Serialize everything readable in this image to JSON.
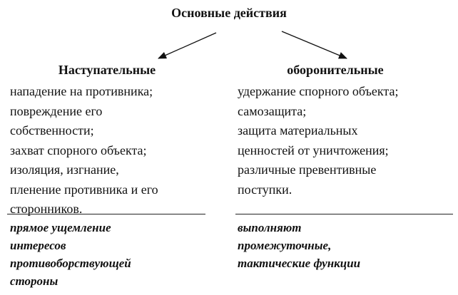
{
  "title": "Основные действия",
  "left": {
    "heading": "Наступательные",
    "items": [
      "нападение на противника;",
      "повреждение его",
      "собственности;",
      "захват спорного объекта;",
      "изоляция, изгнание,",
      "пленение противника и его",
      "сторонников."
    ],
    "summary": [
      "прямое ущемление",
      "интересов",
      "противоборствующей",
      "стороны"
    ]
  },
  "right": {
    "heading": "оборонительные",
    "items": [
      "удержание спорного объекта;",
      "самозащита;",
      "защита материальных",
      "ценностей от уничтожения;",
      "различные превентивные",
      "поступки."
    ],
    "summary": [
      "выполняют",
      "промежуточные,",
      "тактические функции"
    ]
  }
}
